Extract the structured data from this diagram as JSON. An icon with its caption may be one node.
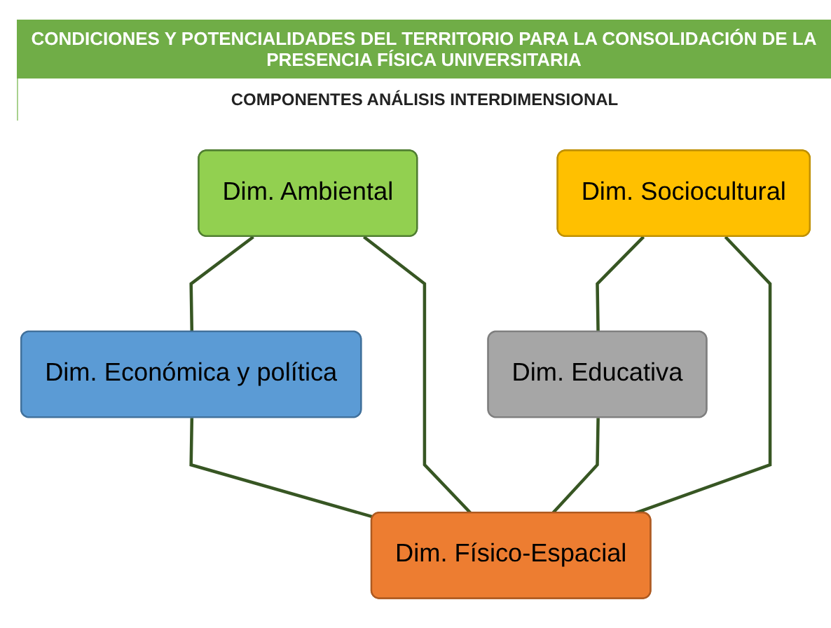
{
  "diagram": {
    "title": "CONDICIONES Y POTENCIALIDADES DEL TERRITORIO PARA LA CONSOLIDACIÓN DE LA PRESENCIA FÍSICA UNIVERSITARIA",
    "nodes": [
      {
        "text": [
          "Dim. Ambiental"
        ]
      },
      {
        "text": [
          "Dim. Sociocultural"
        ]
      },
      {
        "text": [
          "Dim. Educativa"
        ]
      },
      {
        "text": [
          "Dim. Económica y política"
        ]
      },
      {
        "text": [
          "Dim. Físico-Espacial"
        ]
      }
    ],
    "edges": [
      {
        "from": 0,
        "to": 3,
        "arrow": "none"
      },
      {
        "from": 0,
        "to": 4,
        "arrow": "none"
      },
      {
        "from": 1,
        "to": 2,
        "arrow": "none"
      },
      {
        "from": 1,
        "to": 4,
        "arrow": "none"
      },
      {
        "from": 2,
        "to": 4,
        "arrow": "none"
      },
      {
        "from": 3,
        "to": 4,
        "arrow": "none"
      }
    ],
    "labels": [
      "COMPONENTES ANÁLISIS INTERDIMENSIONAL"
    ]
  }
}
